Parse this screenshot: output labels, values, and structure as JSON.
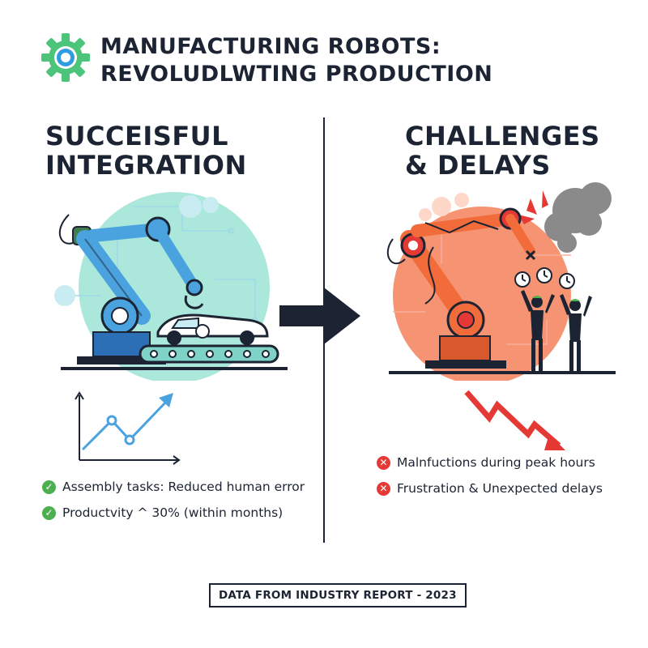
{
  "header": {
    "icon": "gear-icon",
    "title_line1": "MANUFACTURING ROBOTS:",
    "title_line2": "REVOLUDLWTING PRODUCTION"
  },
  "left": {
    "heading_line1": "SUCCEISFUL",
    "heading_line2": "INTEGRATION",
    "illustration": "robot-arm-car-assembly",
    "trend": "up",
    "bullets": [
      {
        "icon": "check-icon",
        "text": "Assembly tasks: Reduced human error"
      },
      {
        "icon": "check-icon",
        "text": "Productvity ^ 30% (within months)"
      }
    ]
  },
  "right": {
    "heading_line1": "CHALLENGES",
    "heading_line2": "& DELAYS",
    "illustration": "malfunctioning-robot-arm",
    "trend": "down",
    "bullets": [
      {
        "icon": "x-icon",
        "text": "Malnfuctions during peak hours"
      },
      {
        "icon": "x-icon",
        "text": "Frustration & Unexpected delays"
      }
    ]
  },
  "footer": {
    "text": "DATA FROM INDUSTRY REPORT - 2023"
  },
  "colors": {
    "ink": "#1c2433",
    "success_green": "#4caf50",
    "teal": "#7fd3c6",
    "blue": "#4aa3df",
    "orange": "#f26b3a",
    "red": "#e53935"
  }
}
